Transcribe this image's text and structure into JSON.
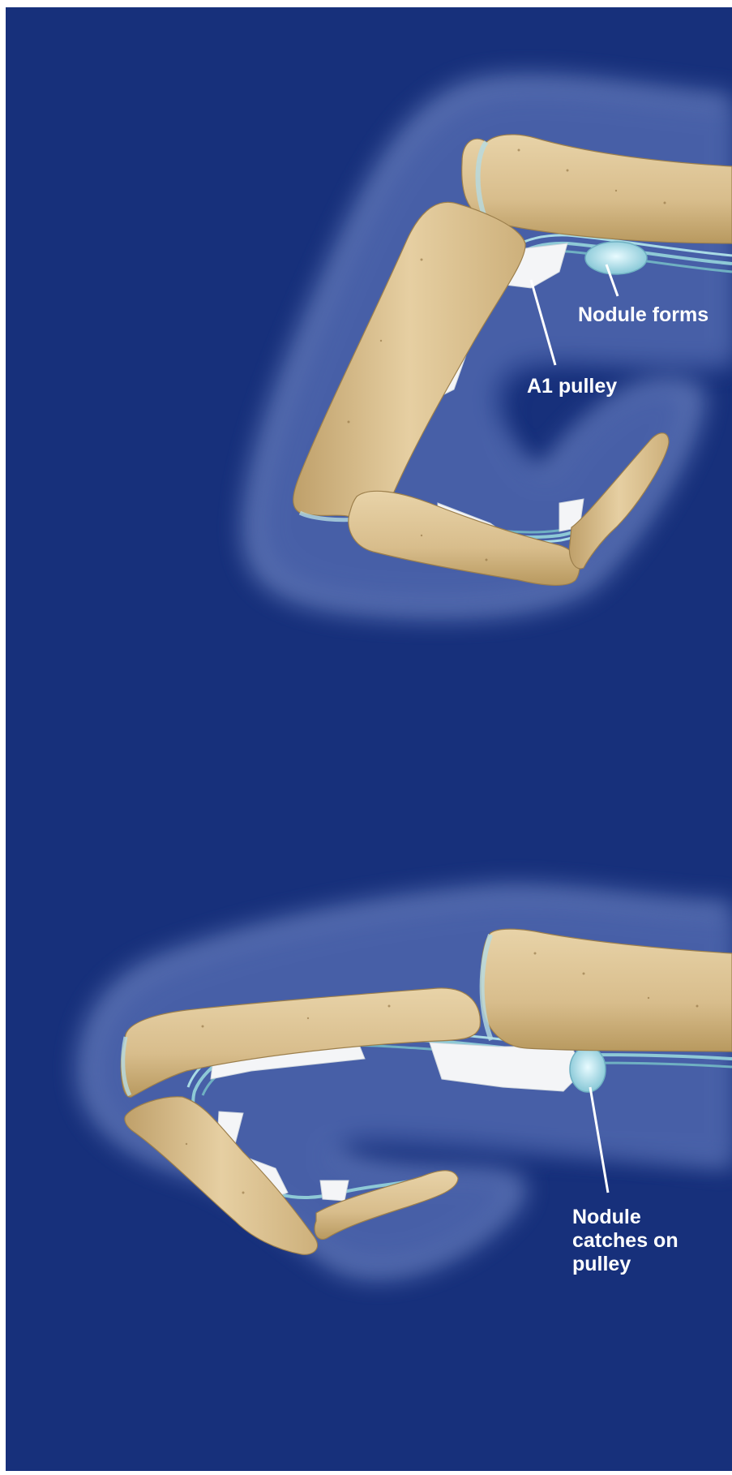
{
  "colors": {
    "background": "#17307b",
    "soft_tissue": "#5f77b8",
    "bone": "#dcc394",
    "bone_shadow": "#b39661",
    "tendon": "#8ec9d6",
    "pulley": "#f2f4f6",
    "label": "#ffffff"
  },
  "panels": [
    {
      "name": "finger-flexed-upper",
      "labels": {
        "nodule": "Nodule forms",
        "pulley": "A1 pulley"
      }
    },
    {
      "name": "finger-flexed-lower",
      "labels": {
        "catch_line1": "Nodule",
        "catch_line2": "catches on",
        "catch_line3": "pulley"
      }
    }
  ]
}
